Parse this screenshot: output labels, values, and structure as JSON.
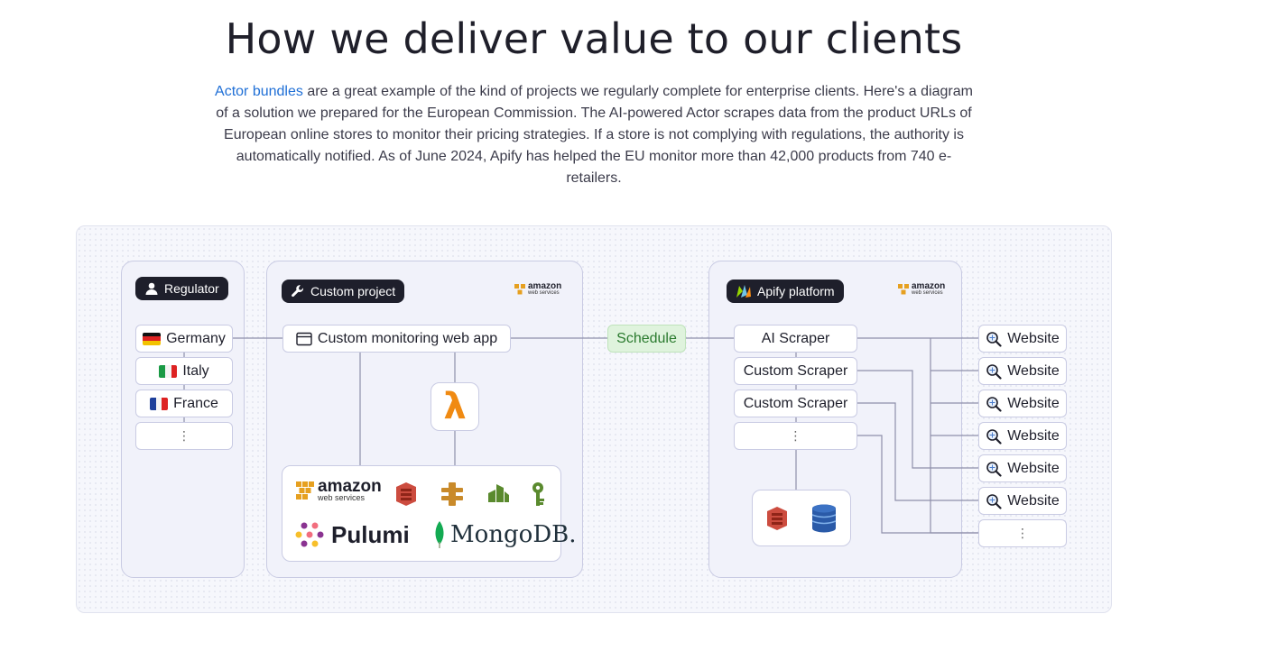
{
  "heading": "How we deliver value to our clients",
  "description": {
    "link_text": "Actor bundles",
    "text": " are a great example of the kind of projects we regularly complete for enterprise clients. Here's a diagram of a solution we prepared for the European Commission. The AI-powered Actor scrapes data from the product URLs of European online stores to monitor their pricing strategies. If a store is not complying with regulations, the authority is automatically notified. As of June 2024, Apify has helped the EU monitor more than 42,000 products from 740 e-retailers."
  },
  "diagram": {
    "regulator": {
      "tag": "Regulator",
      "countries": [
        "Germany",
        "Italy",
        "France"
      ],
      "more": "⋮"
    },
    "custom_project": {
      "tag": "Custom project",
      "app": "Custom monitoring web app",
      "aws_logo": {
        "word": "amazon",
        "sub": "web services"
      },
      "lambda": "λ",
      "tech_names": [
        "amazon",
        "Pulumi",
        "MongoDB."
      ],
      "aws_big_sub": "web services"
    },
    "schedule": "Schedule",
    "apify": {
      "tag": "Apify platform",
      "scrapers": [
        "AI Scraper",
        "Custom Scraper",
        "Custom Scraper"
      ],
      "more": "⋮",
      "aws_logo": {
        "word": "amazon",
        "sub": "web services"
      }
    },
    "websites": [
      "Website",
      "Website",
      "Website",
      "Website",
      "Website",
      "Website"
    ],
    "websites_more": "⋮"
  },
  "colors": {
    "link": "#1f6fd6",
    "tag_bg": "#1e1f2b",
    "schedule_bg": "#dff3dd",
    "schedule_text": "#2a7a2e",
    "lambda": "#f08a12",
    "aws_red": "#c7392a",
    "aws_orange": "#e6a020",
    "aws_green": "#5a8a2e",
    "dynamo_blue": "#2a5aa8",
    "mongodb_green": "#13aa52",
    "pulumi_purple": "#8a3391"
  }
}
